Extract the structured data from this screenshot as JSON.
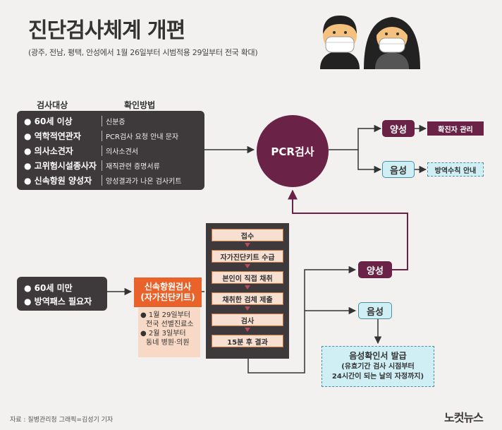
{
  "title": "진단검사체계 개편",
  "subtitle": "(광주, 전남, 평택, 안성에서 1월 26일부터 시범적용 29일부터 전국 확대)",
  "headers": {
    "target": "검사대상",
    "method": "확인방법"
  },
  "pcr_targets": [
    {
      "target": "● 60세 이상",
      "method": "신분증"
    },
    {
      "target": "● 역학적연관자",
      "method": "PCR검사 요청 안내 문자"
    },
    {
      "target": "● 의사소견자",
      "method": "의사소견서"
    },
    {
      "target": "● 고위험시설종사자",
      "method": "재직관련 증명서류"
    },
    {
      "target": "● 신속항원 양성자",
      "method": "양성결과가 나온 검사키트"
    }
  ],
  "pcr_label": "PCR검사",
  "pcr_positive": {
    "label": "양성",
    "result": "확진자 관리"
  },
  "pcr_negative": {
    "label": "음성",
    "result": "방역수칙 안내"
  },
  "rapid_targets": [
    "● 60세 미만",
    "● 방역패스 필요자"
  ],
  "rapid_test": {
    "line1": "신속항원검사",
    "line2": "(자가진단키트)"
  },
  "rapid_places": [
    "● 1월 29일부터",
    "전국 선별진료소",
    "● 2월 3일부터",
    "동네 병원·의원"
  ],
  "steps": [
    "접수",
    "자가진단키트 수급",
    "본인이 직접 채취",
    "채취한 검체 제출",
    "검사",
    "15분 후 결과"
  ],
  "rapid_positive": "양성",
  "rapid_negative": "음성",
  "certificate": {
    "title": "음성확인서 발급",
    "line1": "(유효기간 검사 시점부터",
    "line2": "24시간이 되는 날의 자정까지)"
  },
  "footer": "자료 : 질병관리청     그래픽=김성기 기자",
  "logo": "노컷뉴스",
  "colors": {
    "accent": "#6b2247",
    "orange": "#e8622a",
    "dark": "#3e3a3b",
    "negative": "#cfeff4"
  }
}
